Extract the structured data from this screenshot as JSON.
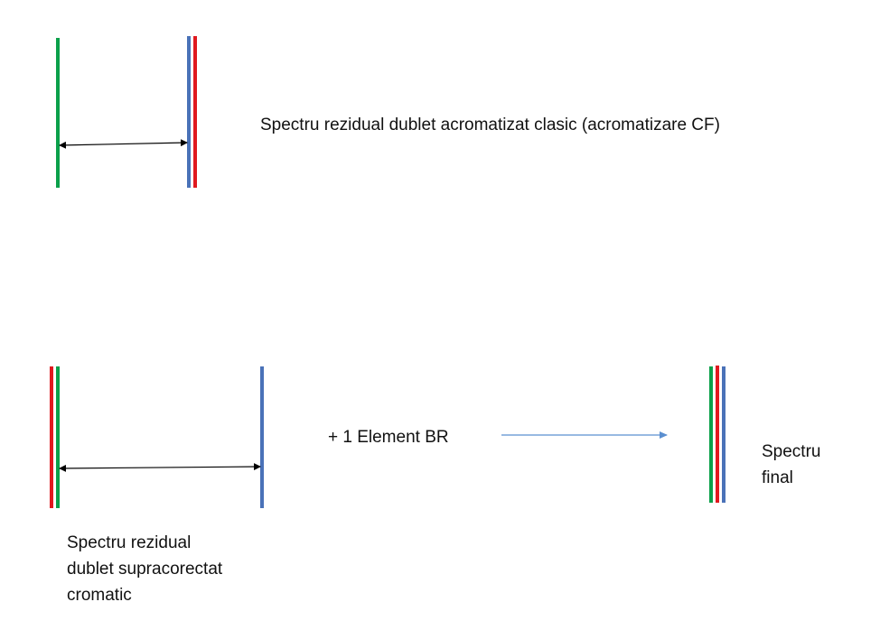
{
  "colors": {
    "green": "#0aa04a",
    "red": "#e0191f",
    "blue": "#4a72b8",
    "black": "#000000",
    "arrow_blue": "#5b8fd0"
  },
  "labels": {
    "top": "Spectru rezidual dublet acromatizat clasic (acromatizare CF)",
    "bottom_left": [
      "Spectru rezidual",
      "dublet supracorectat",
      "cromatic"
    ],
    "element_br": "+ 1 Element BR",
    "final": [
      "Spectru",
      "final"
    ]
  }
}
